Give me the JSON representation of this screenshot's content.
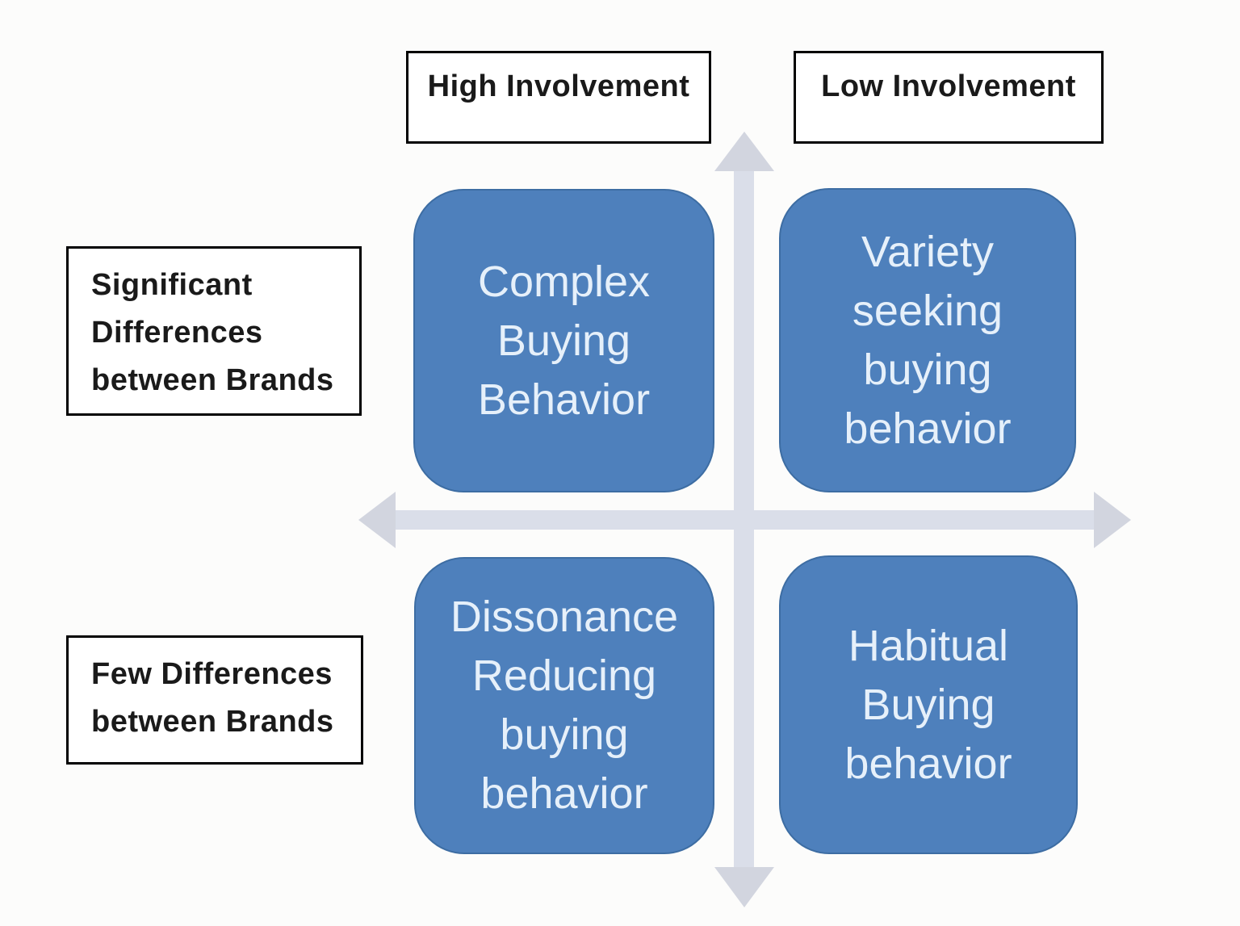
{
  "colors": {
    "quadrant_fill": "#4E80BC",
    "quadrant_border": "#3D6DA3",
    "quadrant_text": "#E6F0FA",
    "arrow_shaft": "#DADEE9",
    "arrow_head": "#D2D5DF",
    "label_text": "#1A1A1A",
    "label_border": "#000000",
    "background": "#FCFCFB"
  },
  "axis_labels": {
    "top_left": "High Involvement",
    "top_right": "Low Involvement",
    "left_upper": "Significant\nDifferences\nbetween Brands",
    "left_lower": "Few Differences\nbetween Brands"
  },
  "quadrants": {
    "top_left": "Complex\nBuying\nBehavior",
    "top_right": "Variety\nseeking\nbuying\nbehavior",
    "bottom_left": "Dissonance\nReducing\nbuying\nbehavior",
    "bottom_right": "Habitual\nBuying\nbehavior"
  }
}
